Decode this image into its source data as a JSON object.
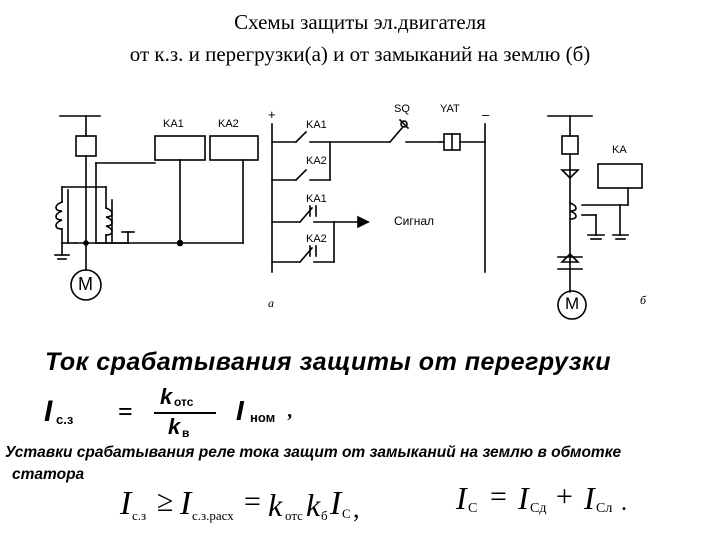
{
  "title_line1": "Схемы защиты эл.двигателя",
  "title_line2": "от к.з. и перегрузки(а) и от замыканий на землю (б)",
  "diagram_a": {
    "relay1": "KA1",
    "relay2": "KA2",
    "motor": "M",
    "contact1": "KA1",
    "contact2": "KA2",
    "contact3": "KA1",
    "contact4": "KA2",
    "sq": "SQ",
    "yat": "YAT",
    "plus": "+",
    "minus": "–",
    "signal": "Сигнал",
    "caption": "а"
  },
  "diagram_b": {
    "relay": "KA",
    "motor": "M",
    "caption": "б"
  },
  "overload_heading": "Ток срабатывания защиты от перегрузки",
  "formula1": {
    "lhs": "I",
    "lhs_sub": "с.з",
    "eq": "=",
    "num": "k",
    "num_sub": "отс",
    "den": "k",
    "den_sub": "в",
    "rhs": "I",
    "rhs_sub": "ном",
    "tail": ","
  },
  "setting_text_line1": "Уставки срабатывания реле тока защит от замыканий на землю в обмотке",
  "setting_text_line2": "статора",
  "formula2": {
    "i1": "I",
    "i1_sub": "с.з",
    "ge": "≥",
    "i2": "I",
    "i2_sub": "с.з.расх",
    "eq": "=",
    "k1": "k",
    "k1_sub": "отс",
    "k2": "k",
    "k2_sub": "б",
    "i3": "I",
    "i3_sub": "С",
    "tail": ","
  },
  "formula3": {
    "i1": "I",
    "i1_sub": "С",
    "eq": "=",
    "i2": "I",
    "i2_sub": "Сд",
    "plus": "+",
    "i3": "I",
    "i3_sub": "Сл",
    "tail": "."
  }
}
